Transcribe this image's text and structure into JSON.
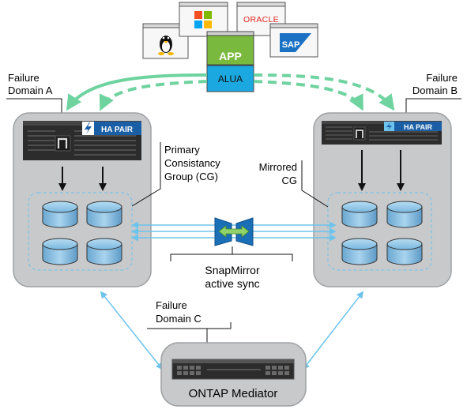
{
  "apps": {
    "oracle_label": "ORACLE",
    "sap_label": "SAP",
    "app_label": "APP",
    "alua_label": "ALUA"
  },
  "failure_domains": {
    "a_line1": "Failure",
    "a_line2": "Domain A",
    "b_line1": "Failure",
    "b_line2": "Domain B",
    "c_line1": "Failure",
    "c_line2": "Domain C"
  },
  "ha_pair_label": "HA PAIR",
  "primary_cg": {
    "line1": "Primary",
    "line2": "Consistancy",
    "line3": "Group (CG)"
  },
  "mirrored_cg": {
    "line1": "Mirrored",
    "line2": "CG"
  },
  "snapmirror": {
    "line1": "SnapMirror",
    "line2": "active sync"
  },
  "mediator_label": "ONTAP Mediator",
  "colors": {
    "site_fill": "#c8c9cb",
    "site_stroke": "#9ea0a3",
    "green_arrow": "#6fd3a0",
    "blue_link": "#6cc3ec",
    "alua_fill": "#1ba8e0",
    "app_fill": "#79b93d",
    "ha_blue": "#1a5fa6",
    "disk_fill": "#8cc8ea"
  }
}
